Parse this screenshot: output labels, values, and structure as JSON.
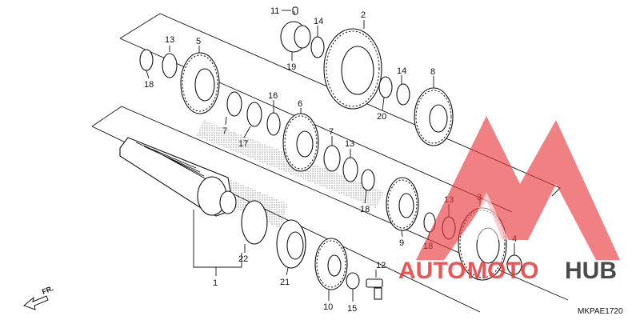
{
  "diagram": {
    "code": "MKPAE1720",
    "direction_label": "FR.",
    "callouts": [
      "1",
      "2",
      "3",
      "4",
      "5",
      "6",
      "7",
      "7",
      "8",
      "9",
      "10",
      "11",
      "12",
      "13",
      "13",
      "13",
      "14",
      "14",
      "15",
      "16",
      "17",
      "18",
      "18",
      "18",
      "19",
      "20",
      "21",
      "22"
    ]
  },
  "watermark": {
    "brand_part1": "AUTO",
    "brand_part2": "MOTO",
    "brand_part3": "HUB",
    "red": "#e8383c",
    "dark": "#2b2b2b"
  }
}
